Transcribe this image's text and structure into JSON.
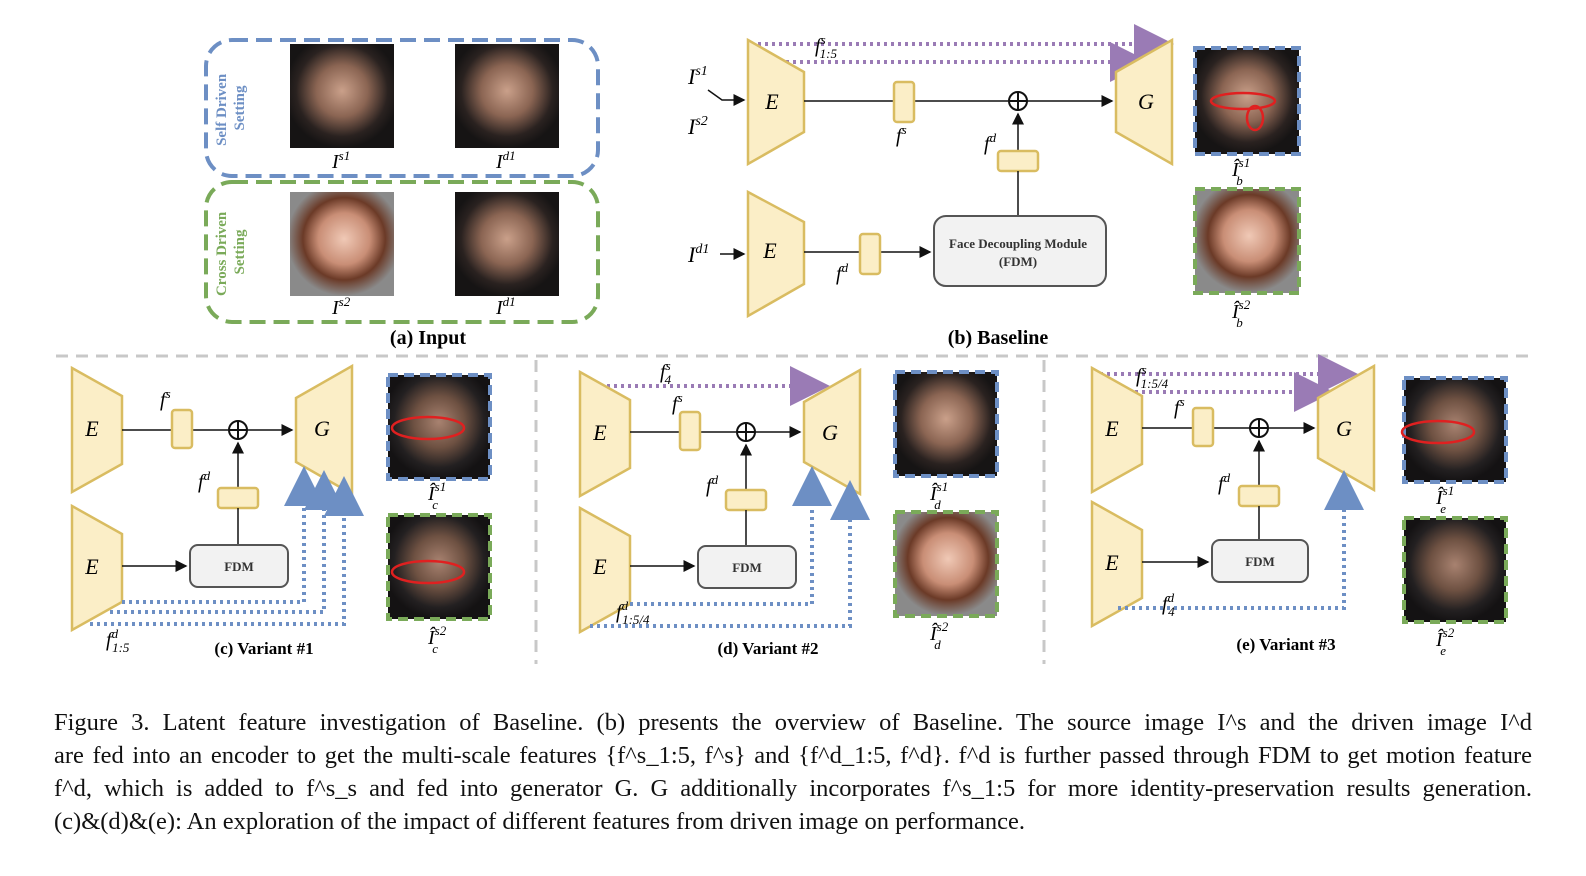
{
  "input_panel": {
    "self_label_line1": "Self Driven",
    "self_label_line2": "Setting",
    "cross_label_line1": "Cross Driven",
    "cross_label_line2": "Setting",
    "img_labels": [
      "I",
      "s1",
      "I",
      "d1",
      "I",
      "s2",
      "I",
      "d1"
    ],
    "caption": "(a) Input"
  },
  "baseline": {
    "caption": "(b) Baseline",
    "encoder": "E",
    "generator": "G",
    "input_src_1": "s1",
    "input_src_2": "s2",
    "input_drv": "d1",
    "skip_label_sup": "s",
    "skip_label_sub": "1:5",
    "fs_label": "s",
    "fd_label": "d",
    "fdm_line1": "Face Decoupling Module",
    "fdm_line2": "(FDM)",
    "out1_sup": "s1",
    "out1_sub": "b",
    "out2_sup": "s2",
    "out2_sub": "b"
  },
  "variants": [
    {
      "caption": "(c) Variant #1",
      "skip_sub": "1:5",
      "out_sub": "c",
      "fdm": "FDM"
    },
    {
      "caption": "(d) Variant #2",
      "skip_top_sup": "s",
      "skip_top_sub": "4",
      "skip_bot_sub": "1:5/4",
      "out_sub": "d",
      "fdm": "FDM"
    },
    {
      "caption": "(e) Variant #3",
      "skip_top_sup": "s",
      "skip_top_sub": "1:5/4",
      "skip_bot_sub": "4",
      "out_sub": "e",
      "fdm": "FDM"
    }
  ],
  "colors": {
    "block_fill": "#fbeec7",
    "block_stroke": "#d9bc61",
    "skip_purple": "#9a7bb5",
    "skip_blue": "#6d8fc4",
    "self_border": "#6d8fc4",
    "cross_border": "#7aaa59",
    "highlight_red": "#e02020",
    "divider": "#c8c8c8"
  },
  "caption": {
    "line1": "Figure 3. Latent feature investigation of Baseline. (b) presents the overview of Baseline. The source image I^s and the driven image I^d",
    "line2": "are fed into an encoder to get the multi-scale features {f^s_1:5, f^s} and {f^d_1:5, f^d}. f^d is further passed through FDM to get motion feature",
    "line3": "f^d, which is added to f^s_s and fed into generator G. G additionally incorporates f^s_1:5 for more identity-preservation results generation.",
    "line4": "(c)&(d)&(e): An exploration of the impact of different features from driven image on performance."
  }
}
